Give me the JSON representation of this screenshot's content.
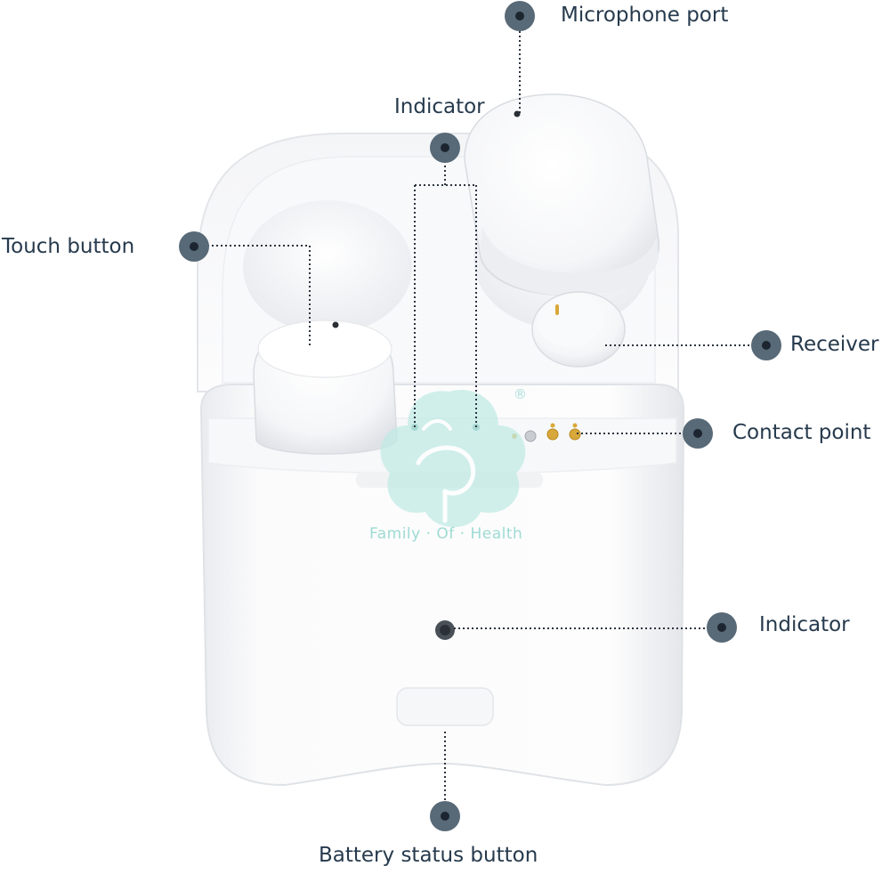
{
  "callouts": {
    "microphone_port": "Microphone port",
    "indicator_top": "Indicator",
    "touch_button": "Touch button",
    "receiver": "Receiver",
    "contact_point": "Contact point",
    "indicator_front": "Indicator",
    "battery_status_button": "Battery status button"
  },
  "watermark": {
    "text": "Family · Of · Health",
    "registered_mark": "®"
  },
  "colors": {
    "callout_marker": "#586977",
    "callout_text": "#263a4d",
    "watermark": "#9fdbd3",
    "case_white": "#ffffff",
    "case_shadow": "#e6e8ec",
    "contact_gold": "#d9a83a"
  }
}
